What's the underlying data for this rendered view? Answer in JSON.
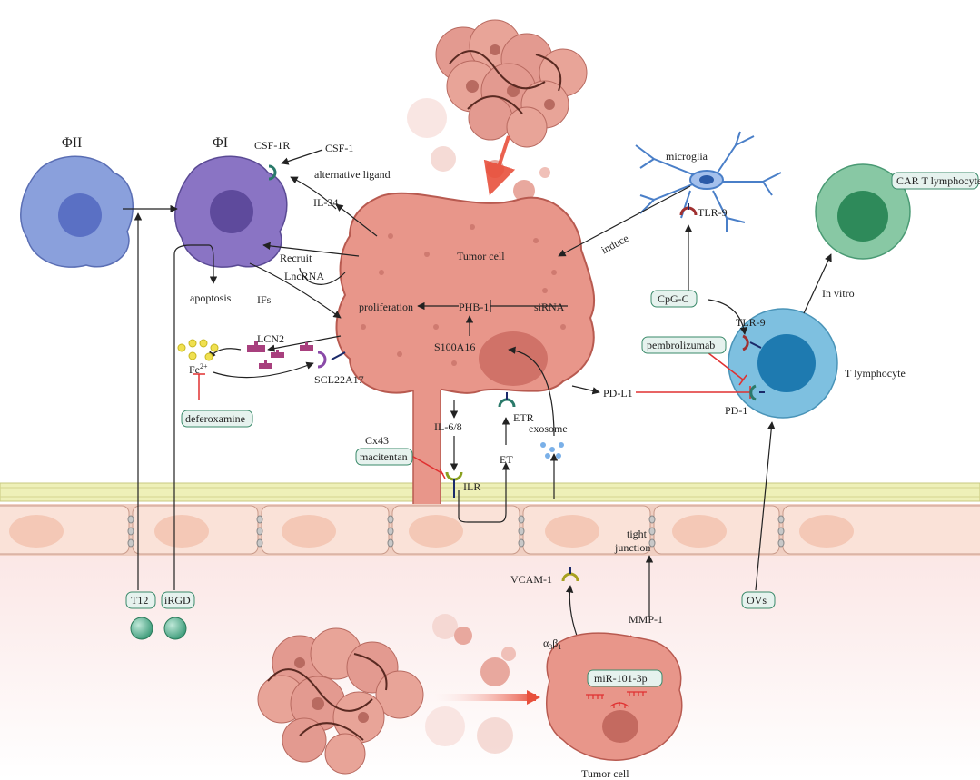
{
  "labels": {
    "phi2": "ΦII",
    "phi1": "ΦI",
    "csf1r": "CSF-1R",
    "csf1": "CSF-1",
    "alt_ligand": "alternative ligand",
    "il34": "IL-34",
    "recruit": "Recruit",
    "lncrna": "LncRNA",
    "apoptosis": "apoptosis",
    "ifs": "IFs",
    "lcn2": "LCN2",
    "fe": "Fe",
    "fe_sup": "2+",
    "scl22a17": "SCL22A17",
    "tumor_cell_main": "Tumor cell",
    "proliferation": "proliferation",
    "phb1": "PHB-1",
    "sirna": "siRNA",
    "s100a16": "S100A16",
    "il68": "IL-6/8",
    "etr": "ETR",
    "et": "ET",
    "exosome": "exosome",
    "cx43": "Cx43",
    "ilr": "ILR",
    "pdl1": "PD-L1",
    "pd1": "PD-1",
    "tlr9_t": "TLR-9",
    "tlr9_micro": "TLR-9",
    "microglia": "microglia",
    "induce": "induce",
    "in_vitro": "In vitro",
    "t_lymphocyte": "T lymphocyte",
    "tight_junction_1": "tight",
    "tight_junction_2": "junction",
    "vcam1": "VCAM-1",
    "mmp1": "MMP-1",
    "integrin": "α",
    "integrin_sub1": "3",
    "integrin_beta": "β",
    "integrin_sub2": "1",
    "tumor_cell_bottom": "Tumor cell"
  },
  "boxes": {
    "car_t": "CAR T lymphocyte",
    "cpgc": "CpG-C",
    "pembrolizumab": "pembrolizumab",
    "deferoxamine": "deferoxamine",
    "macitentan": "macitentan",
    "t12": "T12",
    "irgd": "iRGD",
    "ovs": "OVs",
    "mir": "miR-101-3p"
  },
  "colors": {
    "tumor_fill": "#e8968a",
    "tumor_stroke": "#b85a50",
    "macrophage2": "#8aa0dc",
    "macrophage1": "#8a74c4",
    "microglia": "#4a7fc8",
    "t_cell": "#7ec0e0",
    "car_t": "#5cb088",
    "inhibit": "#e03030",
    "box_fill": "#e6f2ee",
    "box_stroke": "#3a8a6a",
    "membrane": "#eef0b0",
    "endothelium": "#f8dcd2"
  }
}
